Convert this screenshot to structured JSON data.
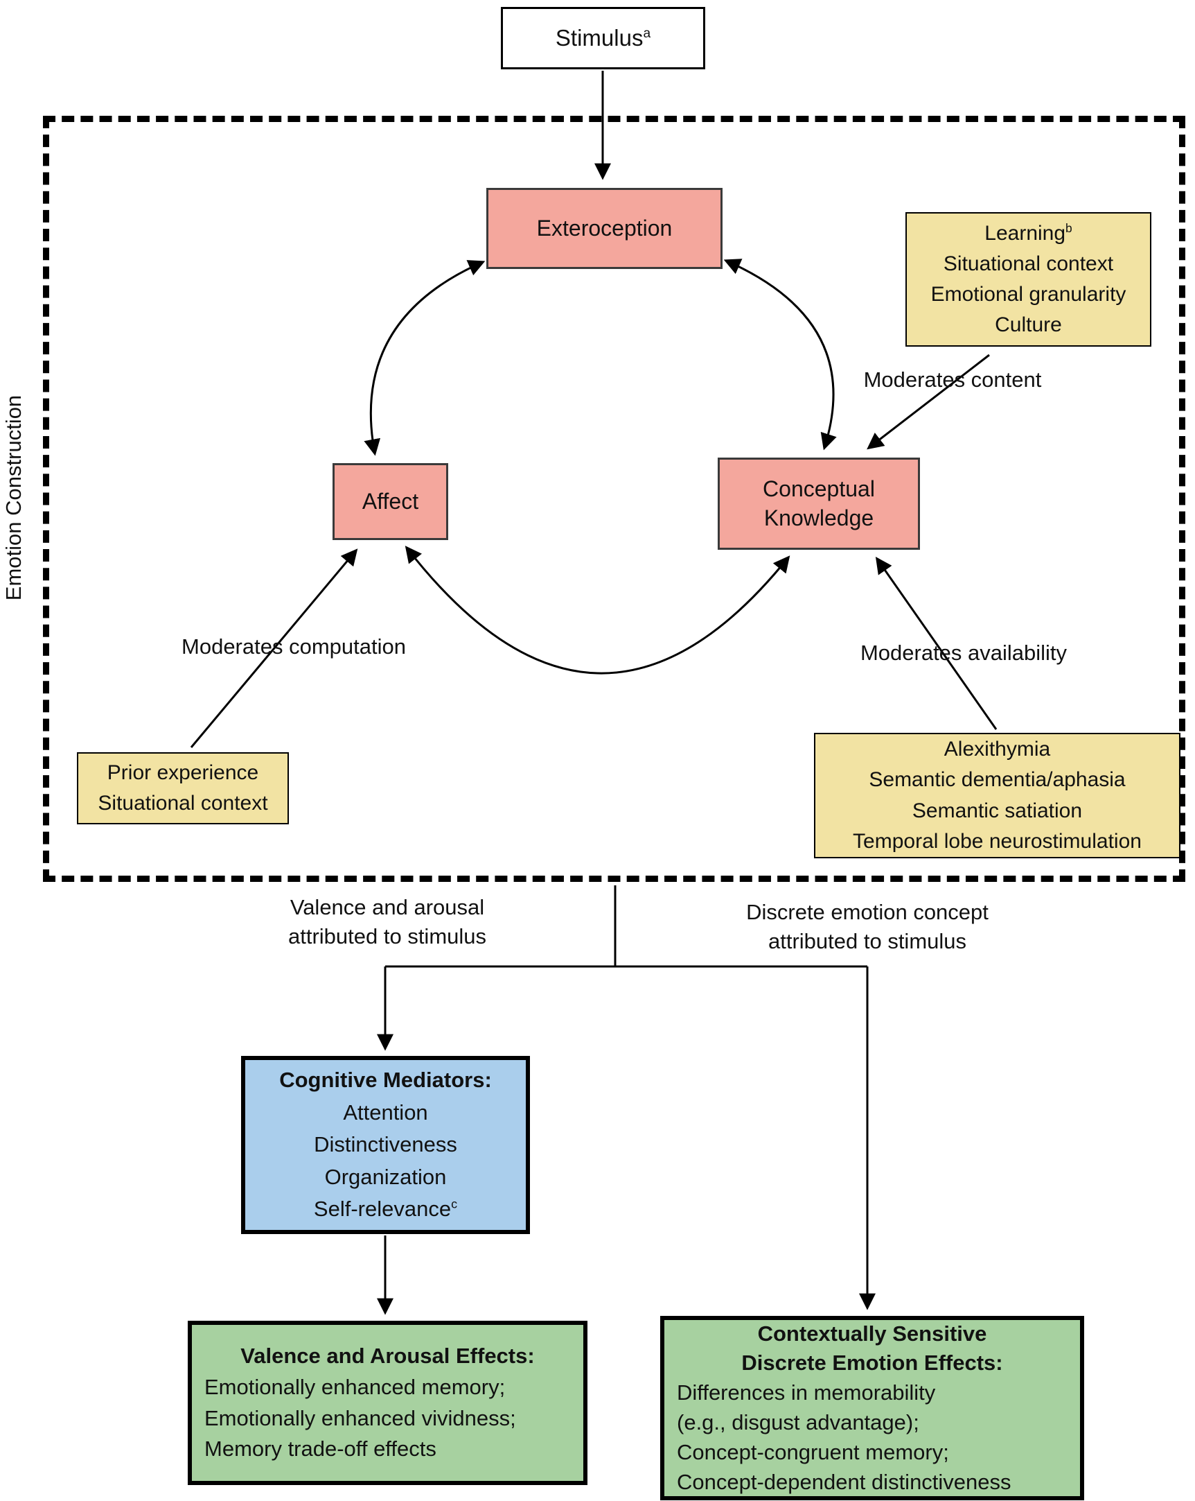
{
  "colors": {
    "pink": "#f4a79d",
    "yellow": "#f2e3a3",
    "blue": "#aaceec",
    "green": "#a7d1a0"
  },
  "emotion_construction_label": "Emotion Construction",
  "stimulus": {
    "label": "Stimulus",
    "sup": "a"
  },
  "core_boxes": {
    "exteroception": "Exteroception",
    "affect": "Affect",
    "conceptual_line1": "Conceptual",
    "conceptual_line2": "Knowledge"
  },
  "moderator_boxes": {
    "learning": {
      "line1": "Learning",
      "line1_sup": "b",
      "line2": "Situational context",
      "line3": "Emotional granularity",
      "line4": "Culture"
    },
    "prior": {
      "line1": "Prior experience",
      "line2": "Situational context"
    },
    "clinical": {
      "line1": "Alexithymia",
      "line2": "Semantic dementia/aphasia",
      "line3": "Semantic satiation",
      "line4": "Temporal lobe neurostimulation"
    }
  },
  "moderator_labels": {
    "content": "Moderates content",
    "computation": "Moderates computation",
    "availability": "Moderates availability"
  },
  "pathway_labels": {
    "valence_line1": "Valence and arousal",
    "valence_line2": "attributed to stimulus",
    "discrete_line1": "Discrete emotion concept",
    "discrete_line2": "attributed to stimulus"
  },
  "cognitive_mediators": {
    "title": "Cognitive Mediators:",
    "item1": "Attention",
    "item2": "Distinctiveness",
    "item3": "Organization",
    "item4": "Self-relevance",
    "item4_sup": "c"
  },
  "valence_effects": {
    "title": "Valence and Arousal Effects:",
    "line1": "Emotionally enhanced memory;",
    "line2": "Emotionally enhanced vividness;",
    "line3": "Memory trade-off effects"
  },
  "discrete_effects": {
    "title_line1": "Contextually Sensitive",
    "title_line2": "Discrete Emotion Effects:",
    "line1": "Differences in memorability",
    "line2": "(e.g., disgust advantage);",
    "line3": "Concept-congruent memory;",
    "line4": "Concept-dependent distinctiveness"
  }
}
